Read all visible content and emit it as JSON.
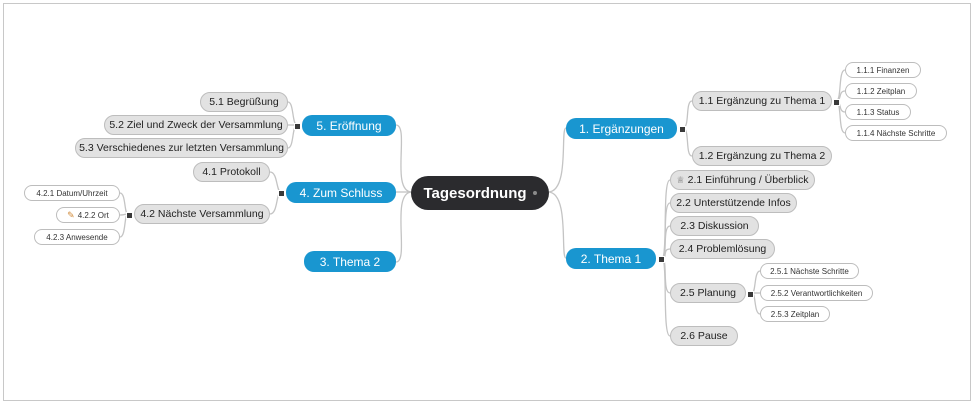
{
  "center": {
    "label": "Tagesordnung"
  },
  "branches": {
    "b1": {
      "label": "1.  Ergänzungen"
    },
    "b1_1": {
      "label": "1.1  Ergänzung zu Thema 1"
    },
    "b1_1_1": {
      "label": "1.1.1  Finanzen"
    },
    "b1_1_2": {
      "label": "1.1.2  Zeitplan"
    },
    "b1_1_3": {
      "label": "1.1.3  Status"
    },
    "b1_1_4": {
      "label": "1.1.4  Nächste Schritte"
    },
    "b1_2": {
      "label": "1.2  Ergänzung zu Thema 2"
    },
    "b2": {
      "label": "2.  Thema 1"
    },
    "b2_1": {
      "label": "2.1  Einführung / Überblick",
      "icon": "trophy-icon"
    },
    "b2_2": {
      "label": "2.2  Unterstützende Infos"
    },
    "b2_3": {
      "label": "2.3  Diskussion"
    },
    "b2_4": {
      "label": "2.4  Problemlösung"
    },
    "b2_5": {
      "label": "2.5  Planung"
    },
    "b2_5_1": {
      "label": "2.5.1  Nächste Schritte"
    },
    "b2_5_2": {
      "label": "2.5.2  Verantwortlichkeiten"
    },
    "b2_5_3": {
      "label": "2.5.3  Zeitplan"
    },
    "b2_6": {
      "label": "2.6  Pause"
    },
    "b3": {
      "label": "3.  Thema 2"
    },
    "b4": {
      "label": "4.  Zum Schluss"
    },
    "b4_1": {
      "label": "4.1  Protokoll"
    },
    "b4_2": {
      "label": "4.2  Nächste Versammlung"
    },
    "b4_2_1": {
      "label": "4.2.1  Datum/Uhrzeit"
    },
    "b4_2_2": {
      "label": "4.2.2  Ort",
      "icon": "map-pin-icon"
    },
    "b4_2_3": {
      "label": "4.2.3  Anwesende"
    },
    "b5": {
      "label": "5.  Eröffnung"
    },
    "b5_1": {
      "label": "5.1  Begrüßung"
    },
    "b5_2": {
      "label": "5.2  Ziel und Zweck der Versammlung"
    },
    "b5_3": {
      "label": "5.3  Verschiedenes zur letzten Versammlung"
    }
  },
  "colors": {
    "center": "#2b2b2e",
    "main": "#1996d0",
    "sub": "#e2e2e2",
    "line": "#c4c4c4"
  }
}
